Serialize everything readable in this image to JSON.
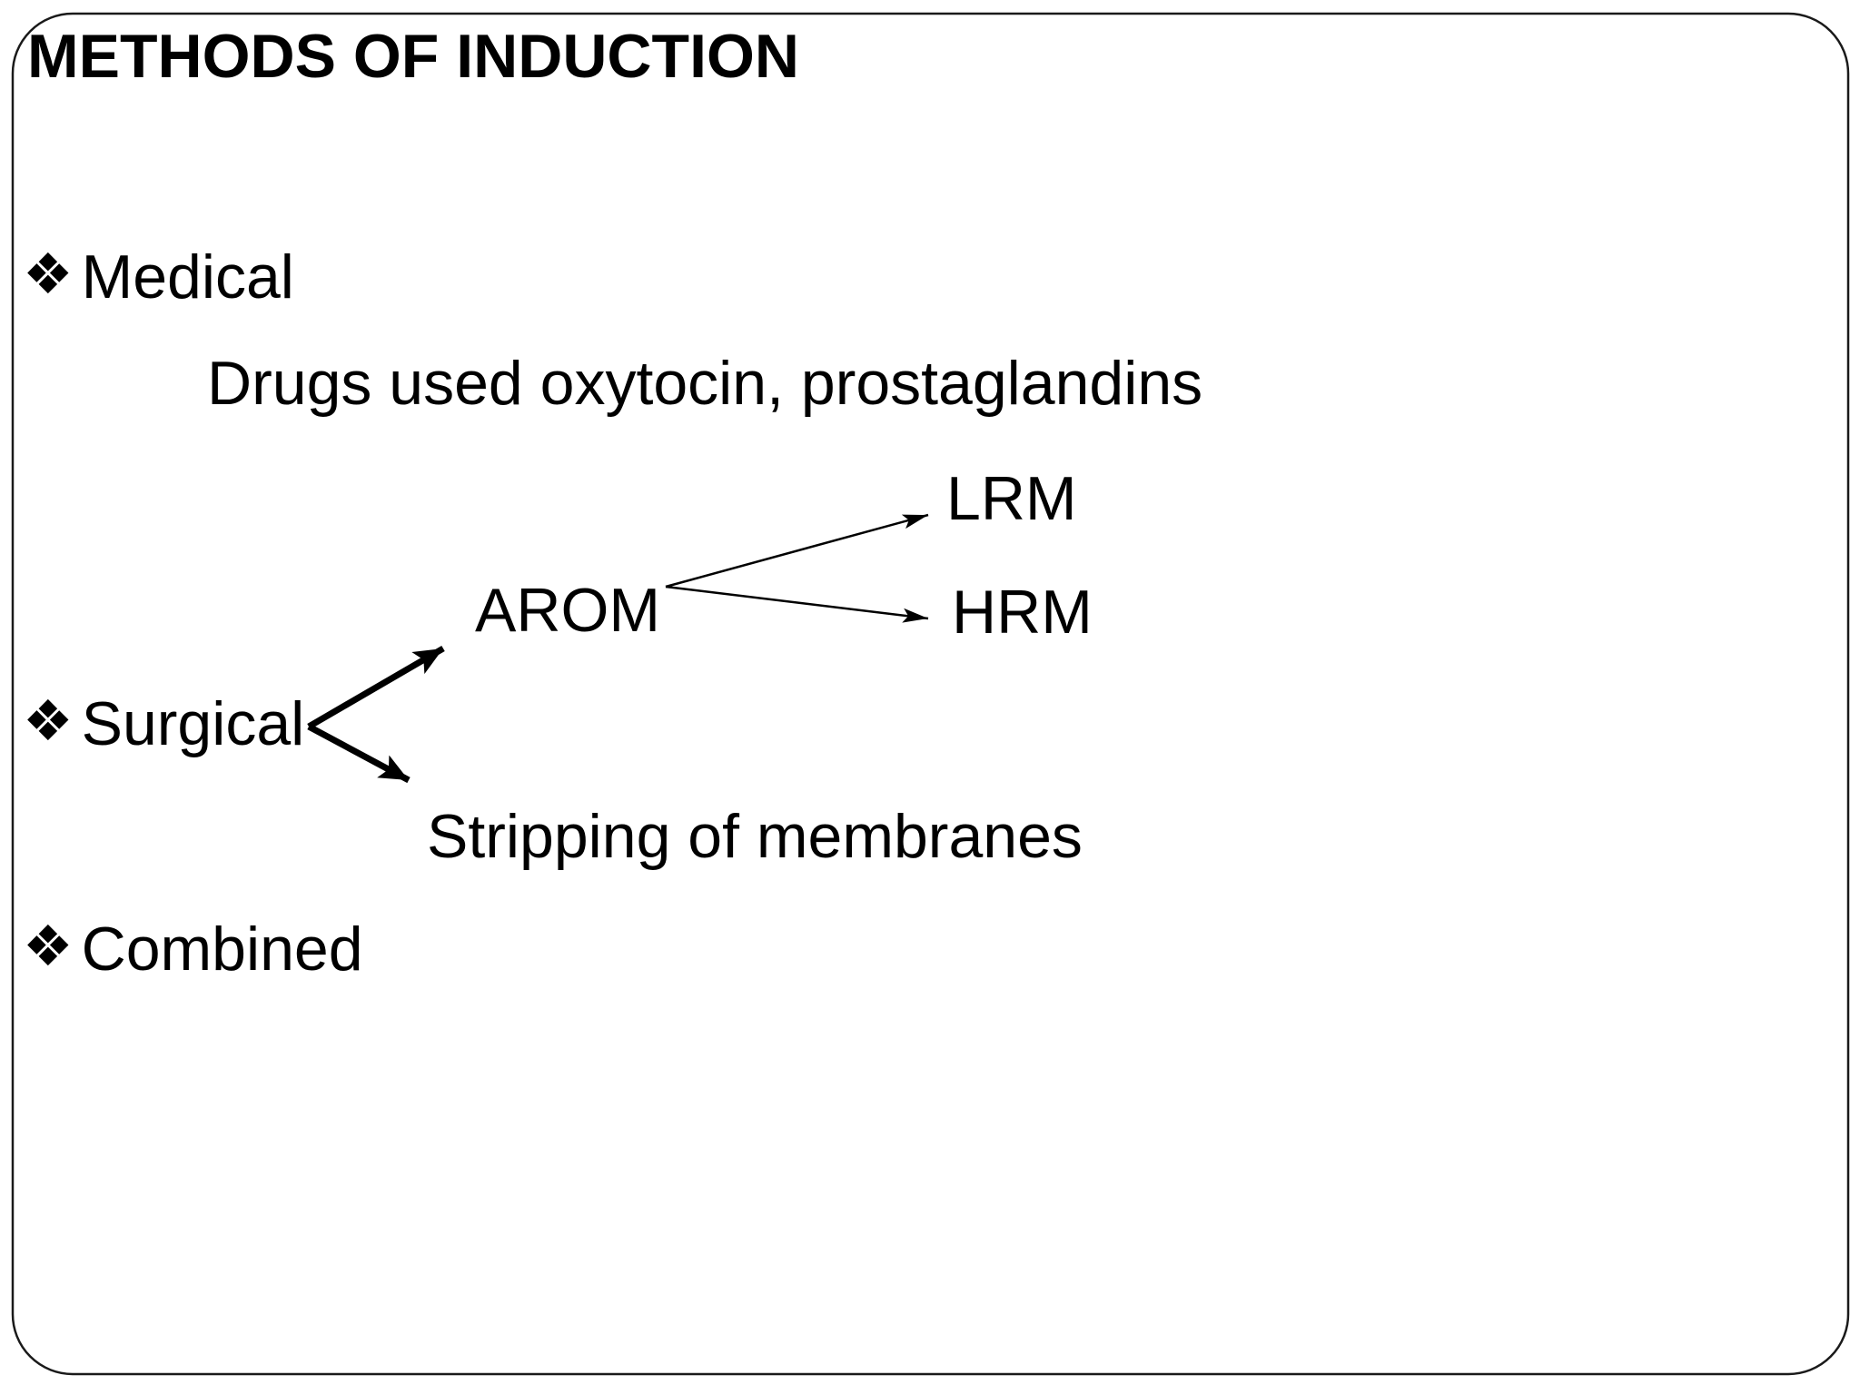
{
  "slide": {
    "title": "METHODS OF INDUCTION",
    "bullet_char": "❖",
    "bullets": [
      {
        "label": "Medical"
      },
      {
        "label": "Surgical"
      },
      {
        "label": "Combined"
      }
    ],
    "sub_lines": [
      {
        "text": "Drugs used oxytocin, prostaglandins"
      },
      {
        "text": "Stripping of membranes"
      }
    ],
    "diagram_labels": {
      "arom": "AROM",
      "lrm": "LRM",
      "hrm": "HRM"
    },
    "colors": {
      "text": "#000000",
      "background": "#ffffff",
      "border": "#1a1a1a"
    }
  }
}
